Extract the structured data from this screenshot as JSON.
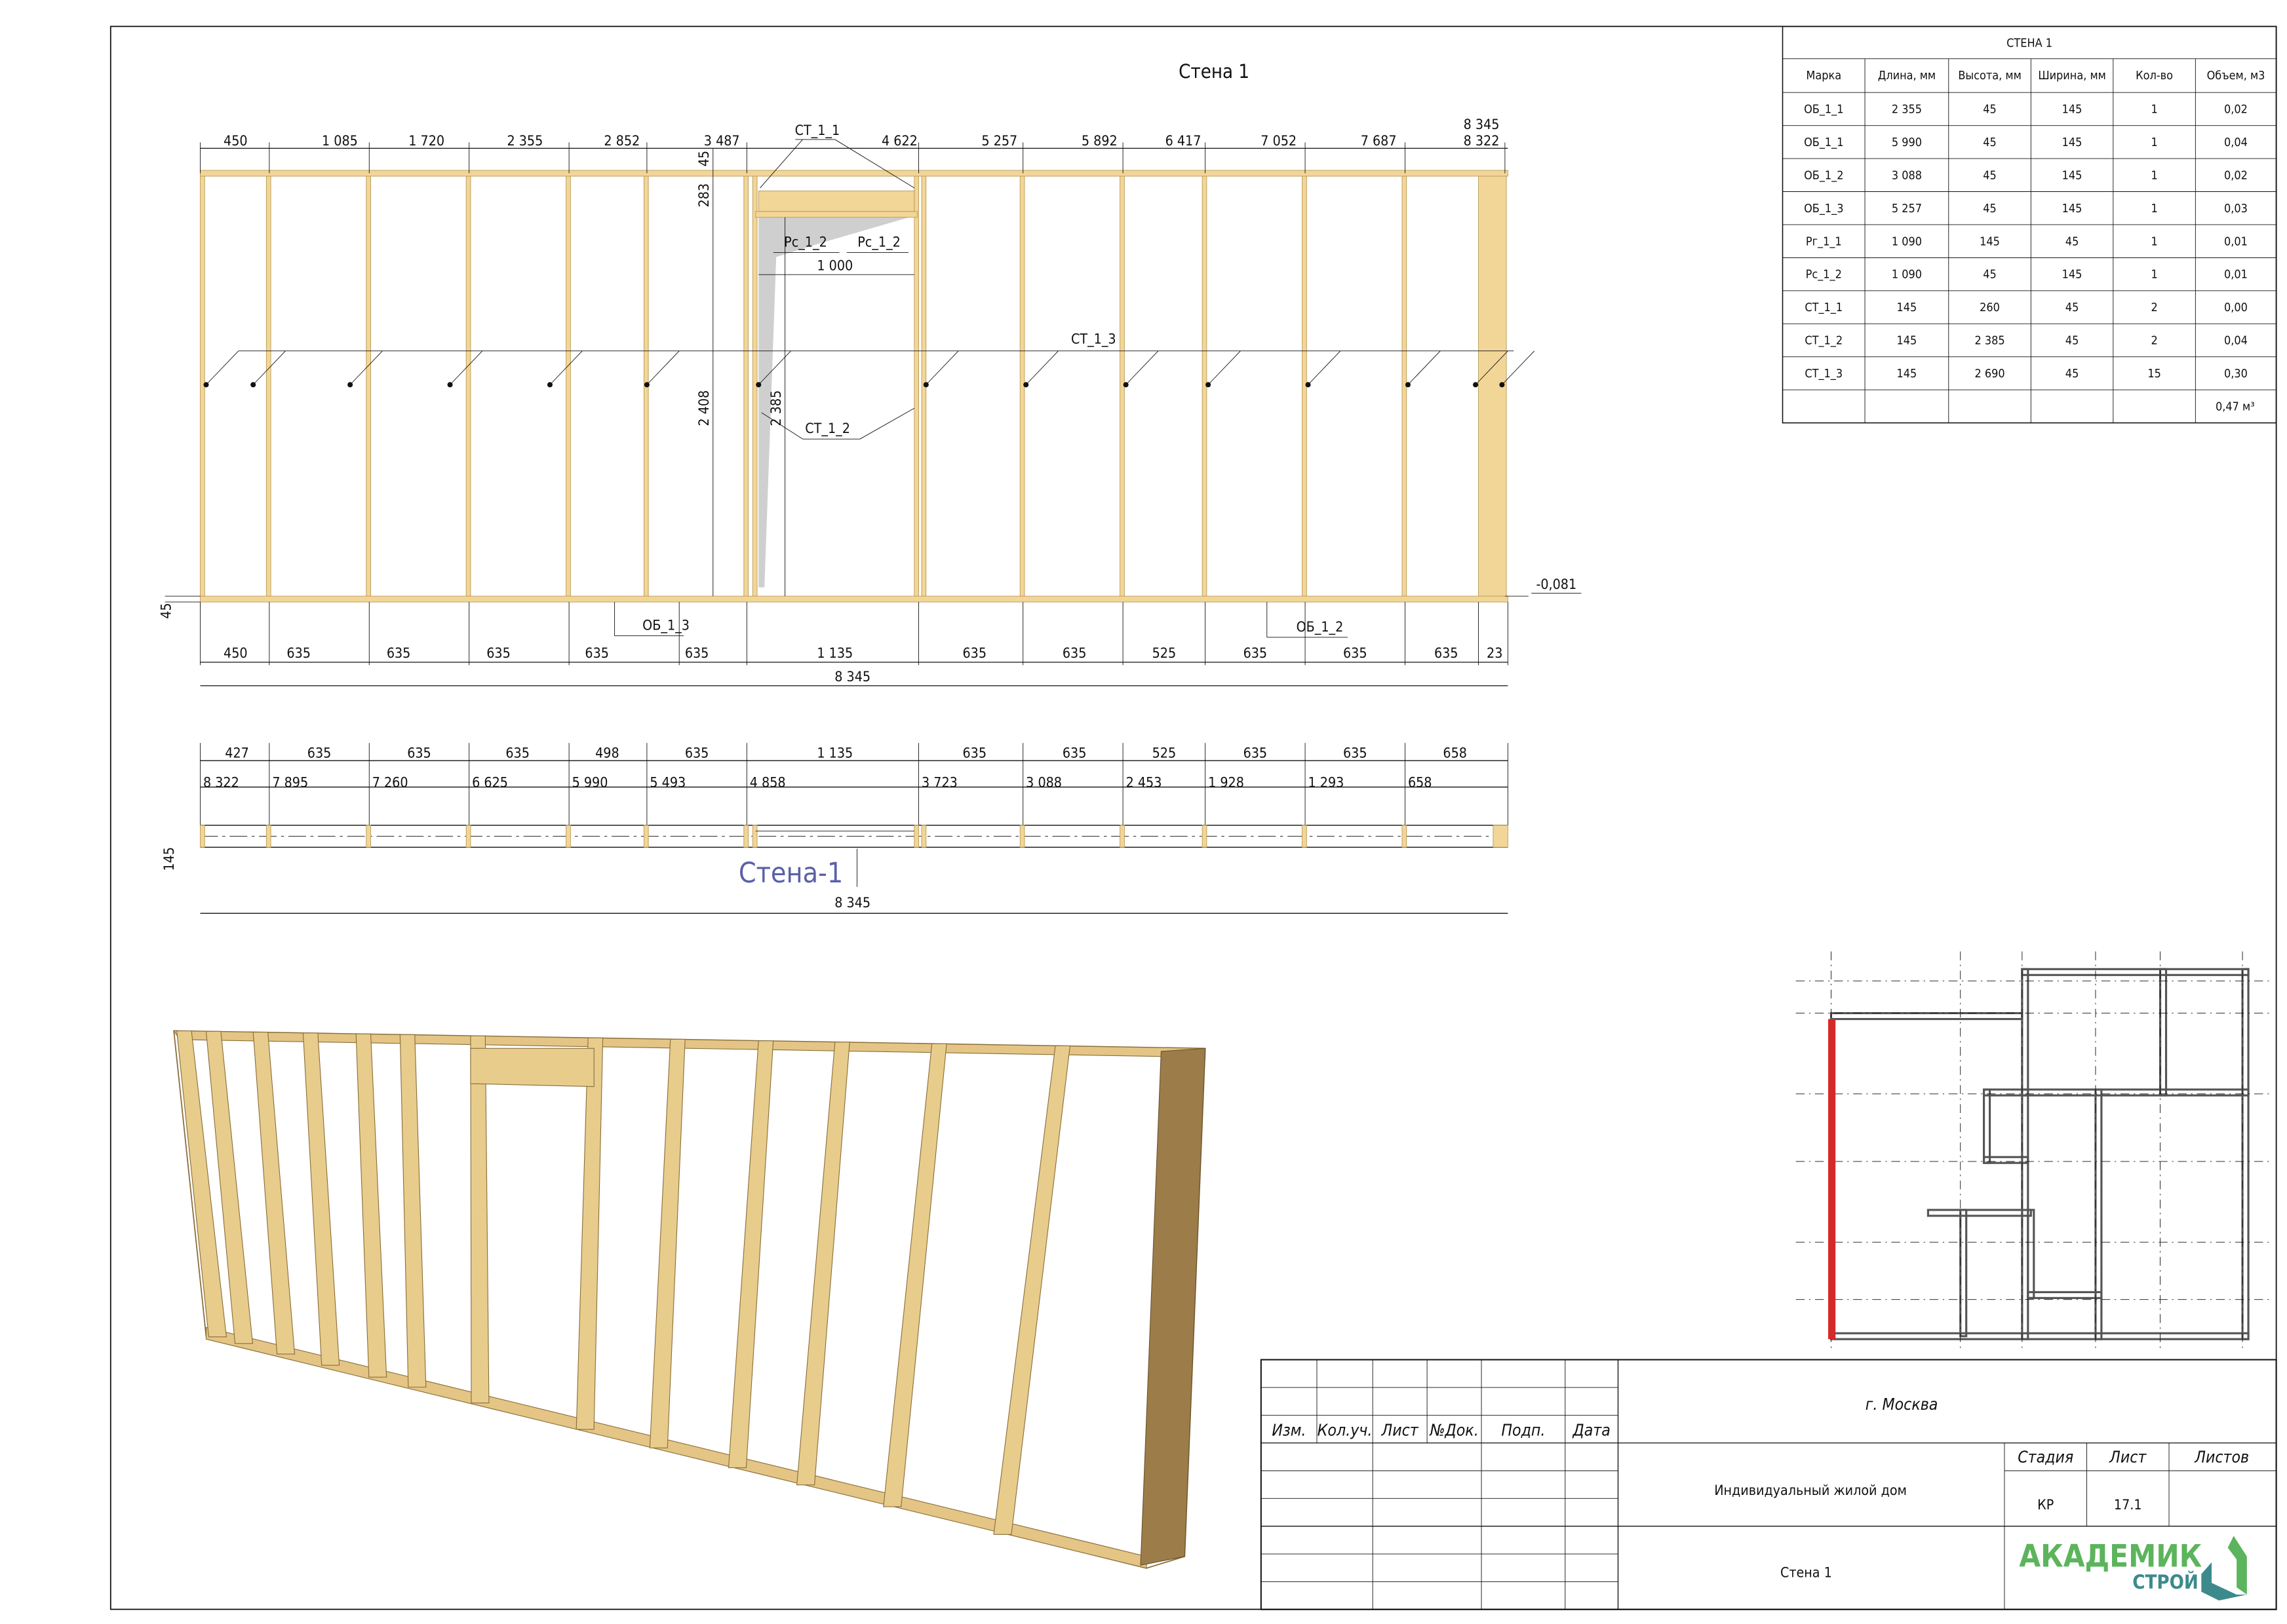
{
  "sheet_title": "Стена 1",
  "elevation": {
    "top_dims": [
      "450",
      "1 085",
      "1 720",
      "2 355",
      "2 852",
      "3 487",
      "4 622",
      "5 257",
      "5 892",
      "6 417",
      "7 052",
      "7 687",
      "8 322"
    ],
    "top_total": "8 345",
    "bottom_dims": [
      "450",
      "635",
      "635",
      "635",
      "635",
      "635",
      "1 135",
      "635",
      "635",
      "525",
      "635",
      "635",
      "635",
      "23"
    ],
    "bottom_total": "8 345",
    "left_dim": "45",
    "vertical_dims": {
      "top_plate": "45",
      "header": "283",
      "stud_height": "2 408",
      "opening": "2 385",
      "opening_width": "1 000"
    },
    "level_mark": "-0,081",
    "tags": {
      "ct_1_1": "СТ_1_1",
      "ct_1_2": "СТ_1_2",
      "ct_1_3": "СТ_1_3",
      "pc_left": "Рс_1_2",
      "pc_right": "Рс_1_2",
      "ob_1_3": "ОБ_1_3",
      "ob_1_2": "ОБ_1_2"
    }
  },
  "plan": {
    "segment_dims": [
      "427",
      "635",
      "635",
      "635",
      "498",
      "635",
      "1 135",
      "635",
      "635",
      "525",
      "635",
      "635",
      "658"
    ],
    "cumulative_dims": [
      "8 322",
      "7 895",
      "7 260",
      "6 625",
      "5 990",
      "5 493",
      "4 858",
      "3 723",
      "3 088",
      "2 453",
      "1 928",
      "1 293",
      "658"
    ],
    "thickness": "145",
    "total": "8 345",
    "wall_label": "Стена-1",
    "wall_label_color": "#5a60a8"
  },
  "spec_table": {
    "title": "СТЕНА 1",
    "headers": [
      "Марка",
      "Длина, мм",
      "Высота, мм",
      "Ширина, мм",
      "Кол-во",
      "Объем, м3"
    ],
    "rows": [
      [
        "ОБ_1_1",
        "2 355",
        "45",
        "145",
        "1",
        "0,02"
      ],
      [
        "ОБ_1_1",
        "5 990",
        "45",
        "145",
        "1",
        "0,04"
      ],
      [
        "ОБ_1_2",
        "3 088",
        "45",
        "145",
        "1",
        "0,02"
      ],
      [
        "ОБ_1_3",
        "5 257",
        "45",
        "145",
        "1",
        "0,03"
      ],
      [
        "Рг_1_1",
        "1 090",
        "145",
        "45",
        "1",
        "0,01"
      ],
      [
        "Рс_1_2",
        "1 090",
        "45",
        "145",
        "1",
        "0,01"
      ],
      [
        "СТ_1_1",
        "145",
        "260",
        "45",
        "2",
        "0,00"
      ],
      [
        "СТ_1_2",
        "145",
        "2 385",
        "45",
        "2",
        "0,04"
      ],
      [
        "СТ_1_3",
        "145",
        "2 690",
        "45",
        "15",
        "0,30"
      ]
    ],
    "total": "0,47 м³"
  },
  "title_block": {
    "city": "г. Москва",
    "col_headers": [
      "Изм.",
      "Кол.уч.",
      "Лист",
      "№Док.",
      "Подп.",
      "Дата"
    ],
    "project": "Индивидуальный жилой дом",
    "sheet_name": "Стена 1",
    "stage_label": "Стадия",
    "sheet_label": "Лист",
    "sheets_label": "Листов",
    "stage": "КР",
    "sheet": "17.1",
    "logo_main": "АКАДЕМИК",
    "logo_sub": "СТРОЙ",
    "logo_green": "#5cb45c",
    "logo_teal": "#3d8a8c"
  }
}
